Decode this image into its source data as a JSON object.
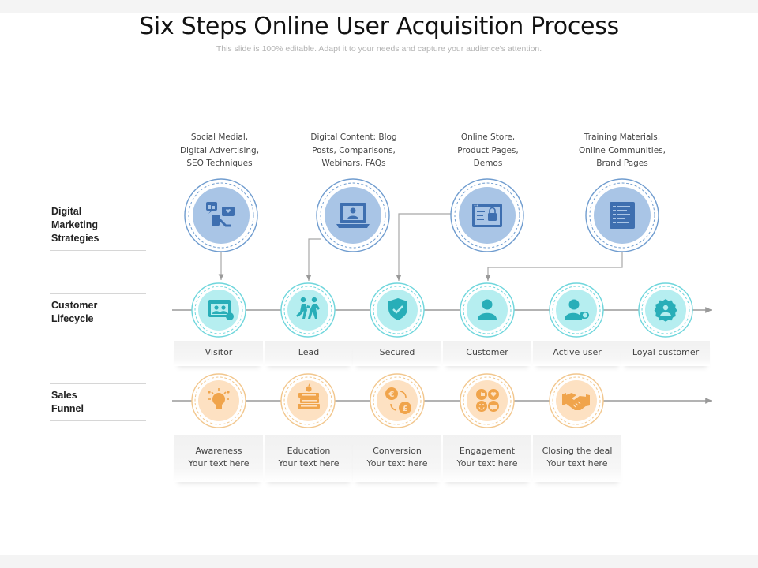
{
  "title": "Six Steps Online User Acquisition Process",
  "subtitle": "This slide is 100% editable. Adapt it to your needs and capture your audience's attention.",
  "rows": {
    "digital": "Digital\nMarketing Strategies",
    "lifecycle": "Customer\nLifecycle",
    "funnel": "Sales\nFunnel"
  },
  "strategies": [
    {
      "label": "Social Medial,\nDigital Advertising,\nSEO Techniques",
      "icon": "social-media-icon"
    },
    {
      "label": "Digital Content: Blog\nPosts, Comparisons,\nWebinars, FAQs",
      "icon": "laptop-user-icon"
    },
    {
      "label": "Online Store,\nProduct Pages,\nDemos",
      "icon": "online-store-icon"
    },
    {
      "label": "Training Materials,\nOnline Communities,\nBrand Pages",
      "icon": "document-icon"
    }
  ],
  "lifecycle": [
    {
      "label": "Visitor",
      "icon": "visitor-icon"
    },
    {
      "label": "Lead",
      "icon": "lead-icon"
    },
    {
      "label": "Secured",
      "icon": "shield-check-icon"
    },
    {
      "label": "Customer",
      "icon": "customer-icon"
    },
    {
      "label": "Active user",
      "icon": "active-user-icon"
    },
    {
      "label": "Loyal customer",
      "icon": "loyal-customer-icon"
    }
  ],
  "funnel": [
    {
      "label": "Awareness\nYour text here",
      "icon": "lightbulb-icon"
    },
    {
      "label": "Education\nYour text here",
      "icon": "books-icon"
    },
    {
      "label": "Conversion\nYour text here",
      "icon": "currency-exchange-icon"
    },
    {
      "label": "Engagement\nYour text here",
      "icon": "engagement-icon"
    },
    {
      "label": "Closing the deal\nYour text here",
      "icon": "handshake-icon"
    }
  ],
  "colors": {
    "blue_ring": "#6f9ccf",
    "blue_fill": "#a9c5e6",
    "blue_icon": "#3e6fb0",
    "teal_ring": "#6fd6dc",
    "teal_fill": "#b6eef0",
    "teal_icon": "#28aeb8",
    "orange_ring": "#f2c78e",
    "orange_fill": "#fde1c2",
    "orange_icon": "#f0a44b",
    "line": "#9a9a9a"
  }
}
